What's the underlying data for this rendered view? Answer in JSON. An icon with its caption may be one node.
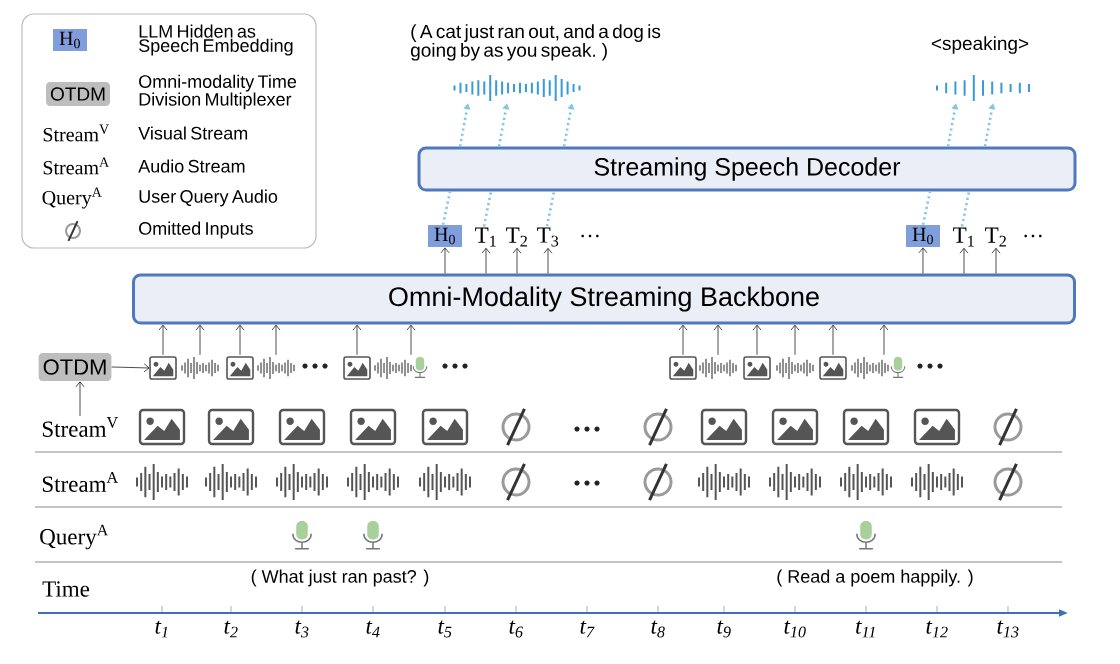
{
  "diagram": {
    "nodes": [
      {
        "text": [
          "Streaming Speech Decoder"
        ]
      },
      {
        "text": [
          "Omni-Modality Streaming Backbone"
        ]
      },
      {
        "text": [
          "H$_{0}$"
        ]
      },
      {
        "text": [
          "T$_{1}$"
        ]
      },
      {
        "text": [
          "T$_{2}$"
        ]
      },
      {
        "text": [
          "T$_{3}$"
        ]
      },
      {
        "text": [
          "H$_{0}$"
        ]
      },
      {
        "text": [
          "T$_{1}$"
        ]
      },
      {
        "text": [
          "T$_{2}$"
        ]
      },
      {
        "text": [],
        "shape": "waveform",
        "beside": [
          "( A cat just ran out, and a dog is going by as you speak. )"
        ]
      },
      {
        "text": [],
        "shape": "waveform",
        "beside": [
          "<speaking>"
        ]
      },
      {
        "text": [
          "OTDM"
        ]
      },
      {
        "text": [
          "Stream$^{V}$"
        ]
      },
      {
        "text": [],
        "shape": "image"
      },
      {
        "text": [],
        "shape": "waveform"
      },
      {
        "text": [],
        "shape": "image"
      },
      {
        "text": [],
        "shape": "waveform"
      },
      {
        "text": [],
        "shape": "image"
      },
      {
        "text": [],
        "shape": "waveform"
      },
      {
        "text": [],
        "shape": "microphone"
      },
      {
        "text": [],
        "shape": "image"
      },
      {
        "text": [],
        "shape": "waveform"
      },
      {
        "text": [],
        "shape": "image"
      },
      {
        "text": [],
        "shape": "waveform"
      },
      {
        "text": [],
        "shape": "image"
      },
      {
        "text": [],
        "shape": "waveform"
      },
      {
        "text": [],
        "shape": "microphone"
      }
    ],
    "edges": [
      {
        "from": 1,
        "to": 2,
        "arrow": "to"
      },
      {
        "from": 1,
        "to": 3,
        "arrow": "to"
      },
      {
        "from": 1,
        "to": 4,
        "arrow": "to"
      },
      {
        "from": 1,
        "to": 5,
        "arrow": "to"
      },
      {
        "from": 1,
        "to": 6,
        "arrow": "to"
      },
      {
        "from": 1,
        "to": 7,
        "arrow": "to"
      },
      {
        "from": 1,
        "to": 8,
        "arrow": "to"
      },
      {
        "from": 2,
        "to": 0,
        "arrow": "none",
        "style": "dashed",
        "color": "#86c5ea"
      },
      {
        "from": 3,
        "to": 0,
        "arrow": "none",
        "style": "dashed",
        "color": "#86c5ea"
      },
      {
        "from": 5,
        "to": 0,
        "arrow": "none",
        "style": "dashed",
        "color": "#86c5ea"
      },
      {
        "from": 0,
        "to": 9,
        "arrow": "to",
        "style": "dashed",
        "color": "#86c5ea"
      },
      {
        "from": 0,
        "to": 9,
        "arrow": "to",
        "style": "dashed",
        "color": "#86c5ea"
      },
      {
        "from": 0,
        "to": 9,
        "arrow": "to",
        "style": "dashed",
        "color": "#86c5ea"
      },
      {
        "from": 6,
        "to": 0,
        "arrow": "none",
        "style": "dashed",
        "color": "#86c5ea"
      },
      {
        "from": 7,
        "to": 0,
        "arrow": "none",
        "style": "dashed",
        "color": "#86c5ea"
      },
      {
        "from": 0,
        "to": 10,
        "arrow": "to",
        "style": "dashed",
        "color": "#86c5ea"
      },
      {
        "from": 0,
        "to": 10,
        "arrow": "to",
        "style": "dashed",
        "color": "#86c5ea"
      },
      {
        "from": 12,
        "to": 11,
        "arrow": "to"
      },
      {
        "from": 11,
        "to": 13,
        "arrow": "to"
      },
      {
        "from": 13,
        "to": 1,
        "arrow": "to"
      },
      {
        "from": 14,
        "to": 1,
        "arrow": "to"
      },
      {
        "from": 15,
        "to": 1,
        "arrow": "to"
      },
      {
        "from": 16,
        "to": 1,
        "arrow": "to"
      },
      {
        "from": 17,
        "to": 1,
        "arrow": "to"
      },
      {
        "from": 19,
        "to": 1,
        "arrow": "to"
      },
      {
        "from": 20,
        "to": 1,
        "arrow": "to"
      },
      {
        "from": 21,
        "to": 1,
        "arrow": "to"
      },
      {
        "from": 22,
        "to": 1,
        "arrow": "to"
      },
      {
        "from": 23,
        "to": 1,
        "arrow": "to"
      },
      {
        "from": 24,
        "to": 1,
        "arrow": "to"
      },
      {
        "from": 26,
        "to": 1,
        "arrow": "to"
      }
    ],
    "labels": [
      "H$_{0}$",
      "OTDM",
      "Stream$^{V}$",
      "Stream$^{A}$",
      "Query$^{A}$",
      "···",
      "···",
      "Stream$^{A}$",
      "Query$^{A}$",
      "Time",
      "( What just ran past? )",
      "( Read a poem happily. )",
      "t$_{1}$",
      "t$_{2}$",
      "t$_{3}$",
      "t$_{4}$",
      "t$_{5}$",
      "t$_{6}$",
      "t$_{7}$",
      "t$_{8}$",
      "t$_{9}$",
      "t$_{10}$",
      "t$_{11}$",
      "t$_{12}$",
      "t$_{13}$"
    ],
    "legend": [
      {
        "text": "LLM Hidden as Speech Embedding"
      },
      {
        "text": "Omni-modality Time Division Multiplexer"
      },
      {
        "text": "Visual Stream"
      },
      {
        "text": "Audio Stream"
      },
      {
        "text": "User Query Audio"
      },
      {
        "text": "Omitted Inputs"
      }
    ]
  }
}
